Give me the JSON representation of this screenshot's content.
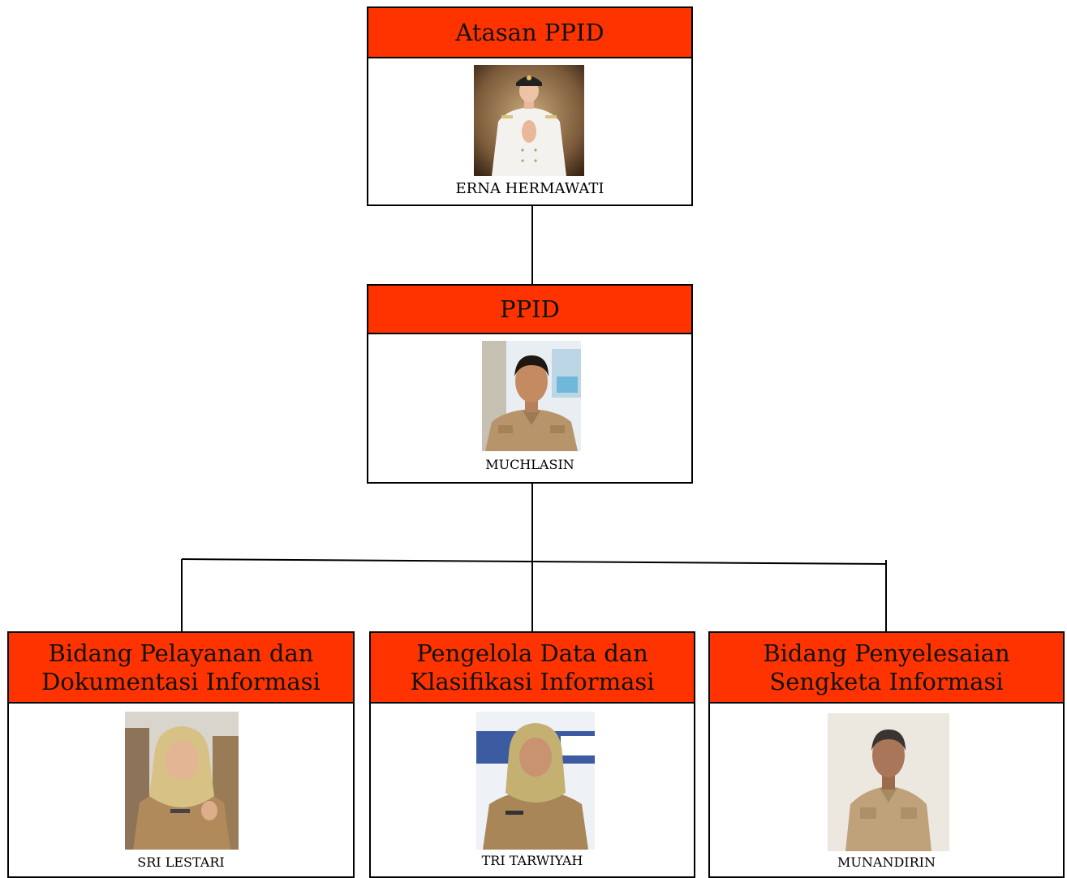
{
  "colors": {
    "header_fill": "#ff3300",
    "border": "#000000"
  },
  "top": {
    "title": "Atasan PPID",
    "name": "ERNA HERMAWATI",
    "photo": "official-in-white-uniform-photo"
  },
  "middle": {
    "title": "PPID",
    "name": "MUCHLASIN",
    "photo": "man-in-khaki-uniform-photo"
  },
  "bottom": [
    {
      "title": "Bidang Pelayanan dan\nDokumentasi Informasi",
      "name": "SRI LESTARI",
      "photo": "woman-in-hijab-photo"
    },
    {
      "title": "Pengelola Data dan\nKlasifikasi Informasi",
      "name": "TRI TARWIYAH",
      "photo": "woman-in-hijab-photo"
    },
    {
      "title": "Bidang Penyelesaian\nSengketa Informasi",
      "name": "MUNANDIRIN",
      "photo": "man-in-khaki-uniform-photo"
    }
  ]
}
